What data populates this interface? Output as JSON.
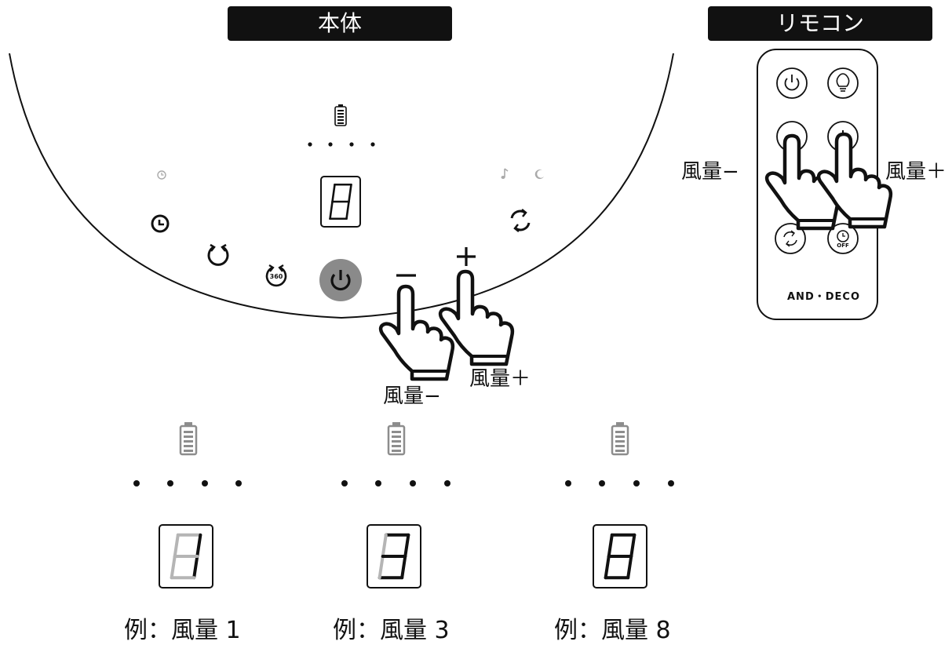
{
  "headers": {
    "main_unit": "本体",
    "remote": "リモコン"
  },
  "main_panel": {
    "minus_symbol": "−",
    "plus_symbol": "+",
    "label_down": "風量−",
    "label_up": "風量＋",
    "display_digit": "8"
  },
  "remote": {
    "label_down": "風量−",
    "label_up": "風量＋",
    "brand": "AND・DECO",
    "off_text": "OFF"
  },
  "examples": [
    {
      "caption": "例：風量 1",
      "level": 1
    },
    {
      "caption": "例：風量 3",
      "level": 3
    },
    {
      "caption": "例：風量 8",
      "level": 8
    }
  ],
  "icons": [
    "battery-icon",
    "timer-icon",
    "rotate-icon",
    "rotate-360-icon",
    "power-icon",
    "oscillate-icon",
    "music-icon",
    "sleep-icon",
    "light-icon",
    "hand-pointer-icon"
  ],
  "colors": {
    "power_button": "#8a8a8a",
    "inactive": "#b5b5b5",
    "active": "#111111"
  }
}
